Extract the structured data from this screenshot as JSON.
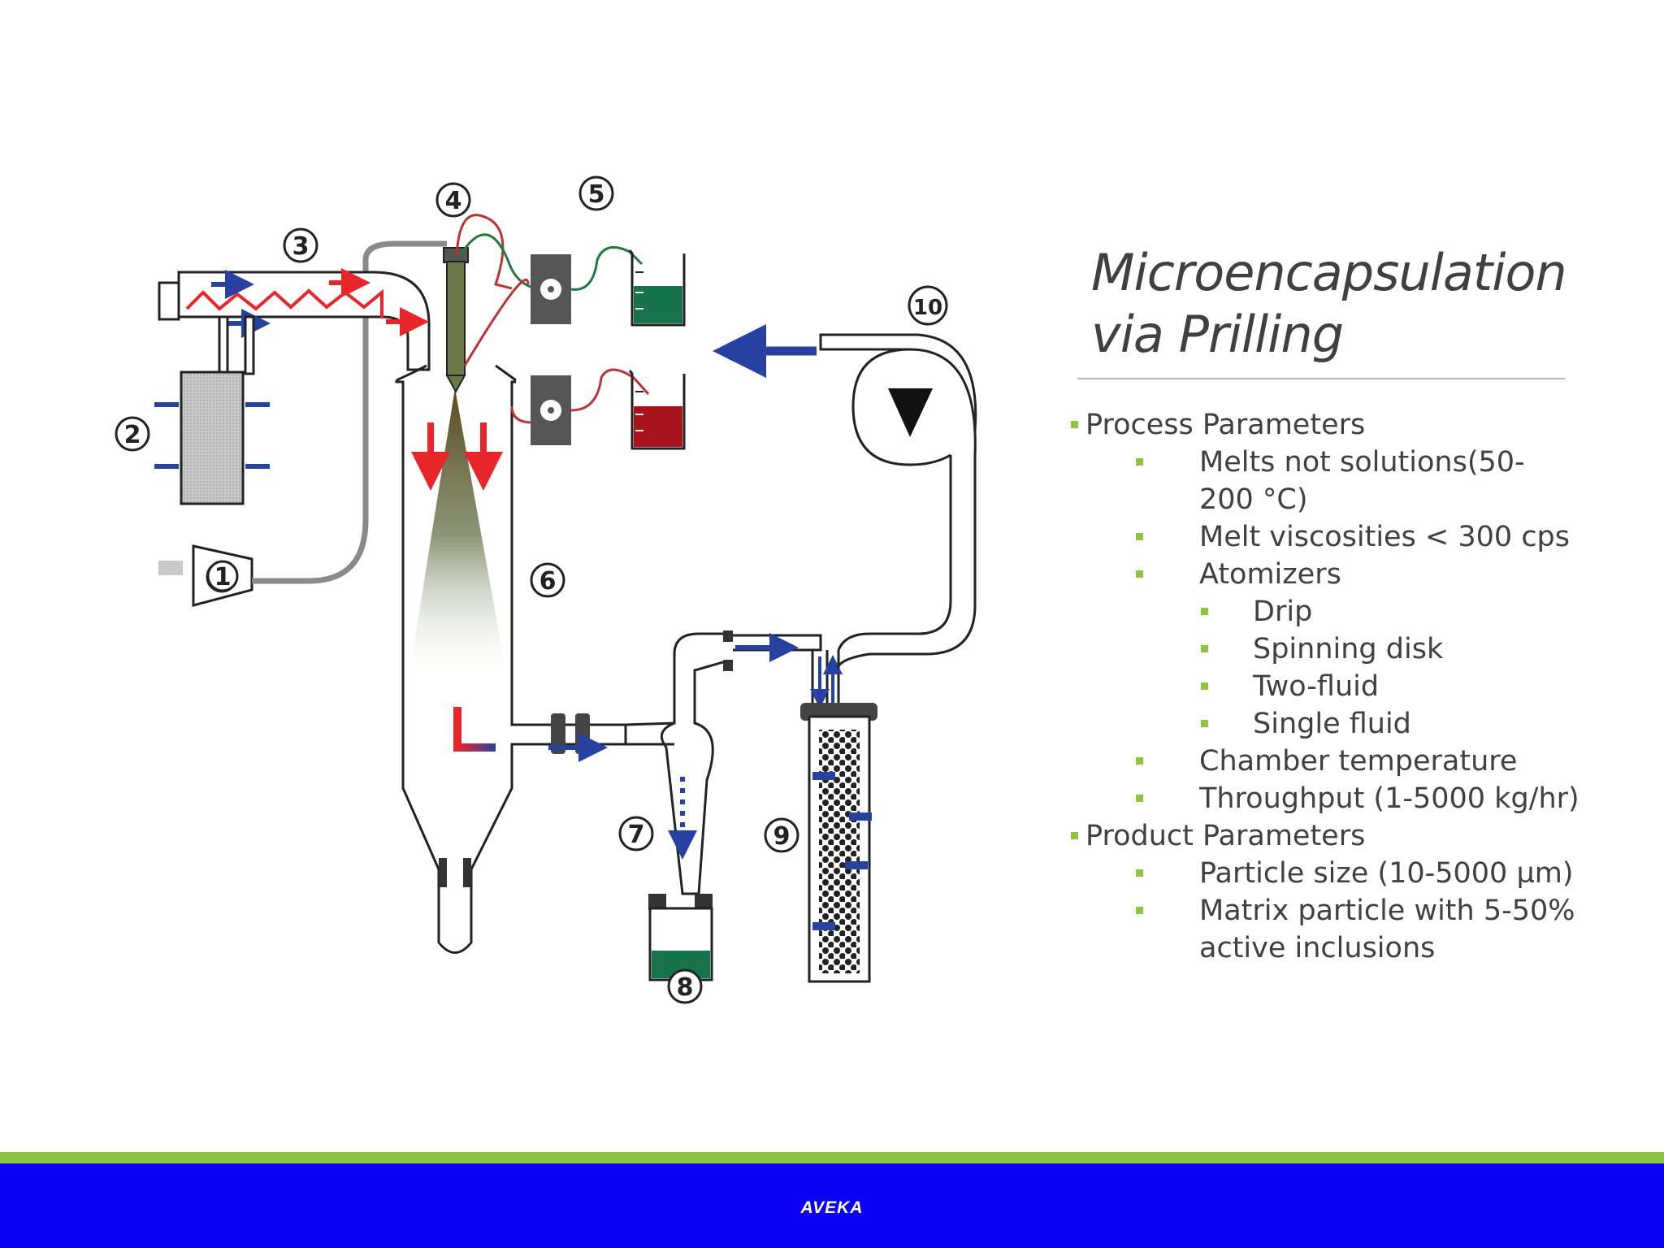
{
  "title": {
    "line1": "Microencapsulation",
    "line2": "via Prilling"
  },
  "bullets": [
    {
      "level": 1,
      "text": "Process Parameters"
    },
    {
      "level": 2,
      "text": "Melts not solutions(50-"
    },
    {
      "level": 2,
      "cont": true,
      "text": "200 °C)"
    },
    {
      "level": 2,
      "text": "Melt viscosities < 300 cps"
    },
    {
      "level": 2,
      "text": "Atomizers"
    },
    {
      "level": 3,
      "text": "Drip"
    },
    {
      "level": 3,
      "text": "Spinning disk"
    },
    {
      "level": 3,
      "text": "Two-fluid"
    },
    {
      "level": 3,
      "text": "Single fluid"
    },
    {
      "level": 2,
      "text": "Chamber temperature"
    },
    {
      "level": 2,
      "text": "Throughput (1-5000 kg/hr)"
    },
    {
      "level": 1,
      "text": "Product Parameters"
    },
    {
      "level": 2,
      "text": "Particle size (10-5000 µm)"
    },
    {
      "level": 2,
      "text": "Matrix particle with 5-50%"
    },
    {
      "level": 2,
      "cont": true,
      "text": "active inclusions"
    }
  ],
  "diagram": {
    "labels": [
      "1",
      "2",
      "3",
      "4",
      "5",
      "6",
      "7",
      "8",
      "9",
      "10"
    ]
  },
  "footer": {
    "text": "AVEKA"
  },
  "colors": {
    "accent_green": "#8cc63f",
    "footer_blue": "#0b00f5",
    "arrow_blue": "#2741a0",
    "arrow_red": "#e8262a",
    "liquid_green": "#16734a",
    "liquid_red": "#a8141e"
  }
}
